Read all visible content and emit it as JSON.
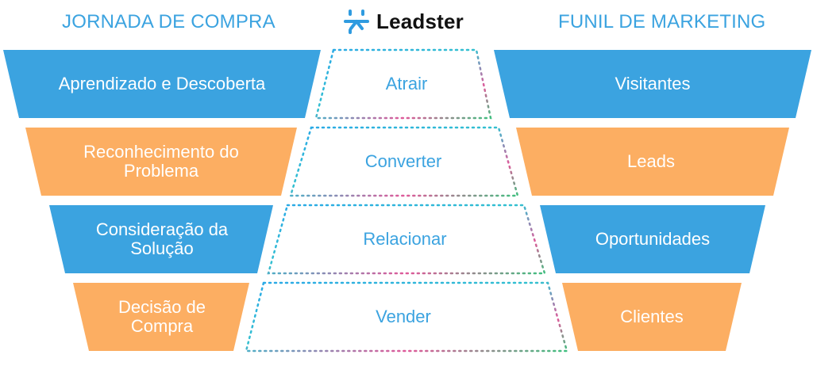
{
  "header": {
    "left_title": "JORNADA DE COMPRA",
    "right_title": "FUNIL DE MARKETING",
    "logo_text": "Leadster"
  },
  "colors": {
    "blue": "#3ba3e0",
    "orange": "#fcae62",
    "heading": "#3ba3e0"
  },
  "journey": [
    {
      "label": "Aprendizado e Descoberta",
      "color": "blue"
    },
    {
      "label": "Reconhecimento do Problema",
      "color": "orange"
    },
    {
      "label": "Consideração da Solução",
      "color": "blue"
    },
    {
      "label": "Decisão de Compra",
      "color": "orange"
    }
  ],
  "actions": [
    {
      "label": "Atrair"
    },
    {
      "label": "Converter"
    },
    {
      "label": "Relacionar"
    },
    {
      "label": "Vender"
    }
  ],
  "funnel": [
    {
      "label": "Visitantes",
      "color": "blue"
    },
    {
      "label": "Leads",
      "color": "orange"
    },
    {
      "label": "Oportunidades",
      "color": "blue"
    },
    {
      "label": "Clientes",
      "color": "orange"
    }
  ]
}
